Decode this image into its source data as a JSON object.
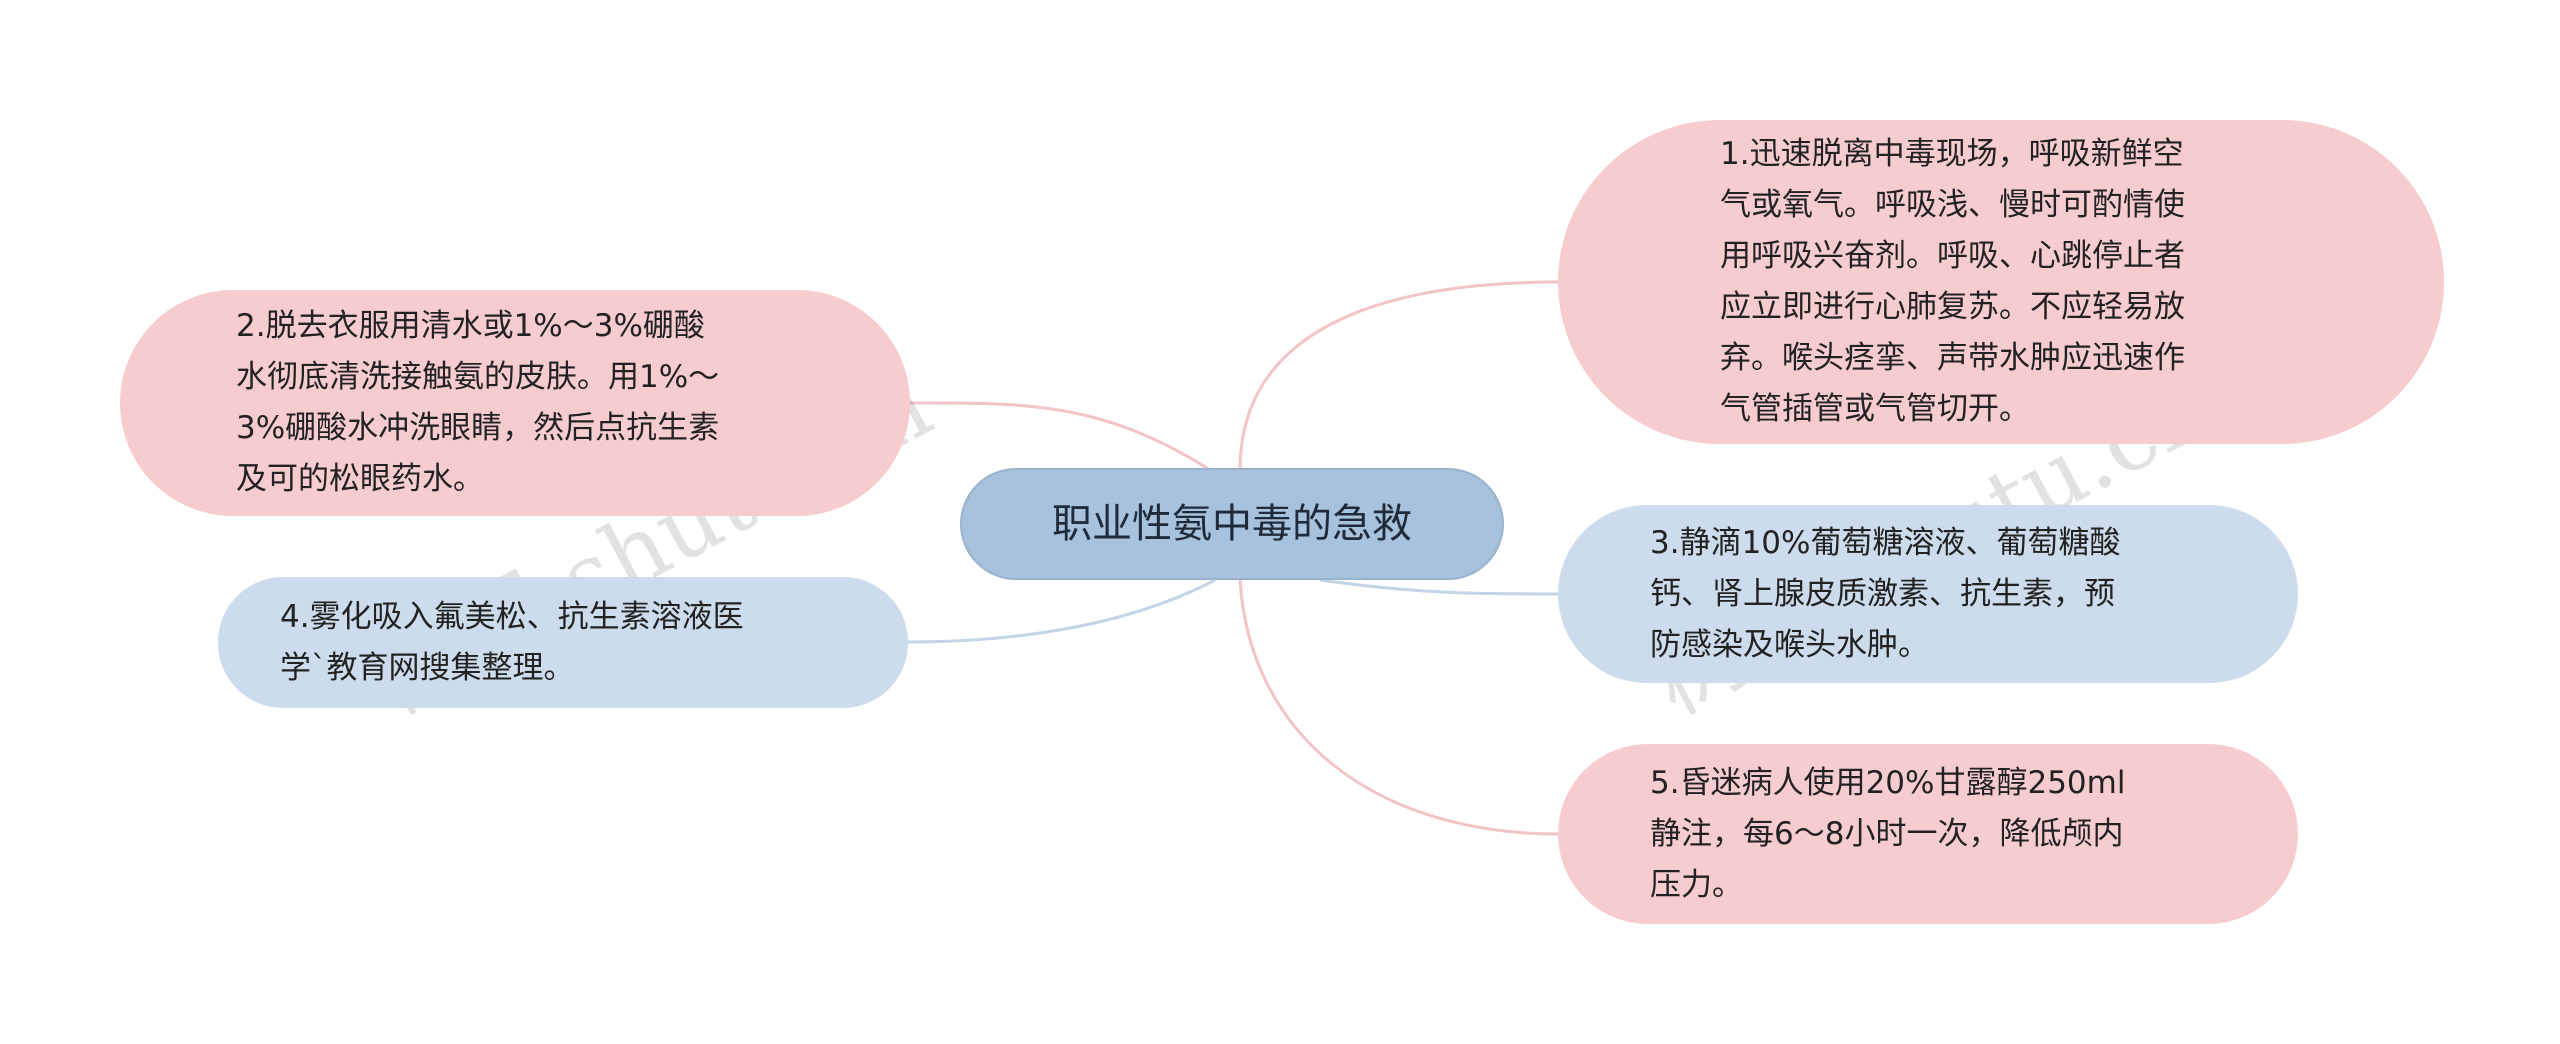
{
  "center": {
    "label": "职业性氨中毒的急救"
  },
  "nodes": [
    {
      "id": "n1",
      "text": "1.迅速脱离中毒现场，呼吸新鲜空\n气或氧气。呼吸浅、慢时可酌情使\n用呼吸兴奋剂。呼吸、心跳停止者\n应立即进行心肺复苏。不应轻易放\n弃。喉头痉挛、声带水肿应迅速作\n气管插管或气管切开。"
    },
    {
      "id": "n2",
      "text": "2.脱去衣服用清水或1%～3%硼酸\n水彻底清洗接触氨的皮肤。用1%～\n3%硼酸水冲洗眼睛，然后点抗生素\n及可的松眼药水。"
    },
    {
      "id": "n3",
      "text": "3.静滴10%葡萄糖溶液、葡萄糖酸\n钙、肾上腺皮质激素、抗生素，预\n防感染及喉头水肿。"
    },
    {
      "id": "n4",
      "text": "4.雾化吸入氟美松、抗生素溶液医\n学`教育网搜集整理。"
    },
    {
      "id": "n5",
      "text": "5.昏迷病人使用20%甘露醇250ml\n静注，每6～8小时一次，降低颅内\n压力。"
    }
  ],
  "colors": {
    "pink": "#f6cccf",
    "blue": "#ccdcec",
    "center": "#a7c2dc",
    "pink_line": "#f2c4c7",
    "blue_line": "#c3d4e6"
  },
  "watermark": {
    "left": "树图 shutu.cn",
    "right": "树图 shutu.cn"
  }
}
